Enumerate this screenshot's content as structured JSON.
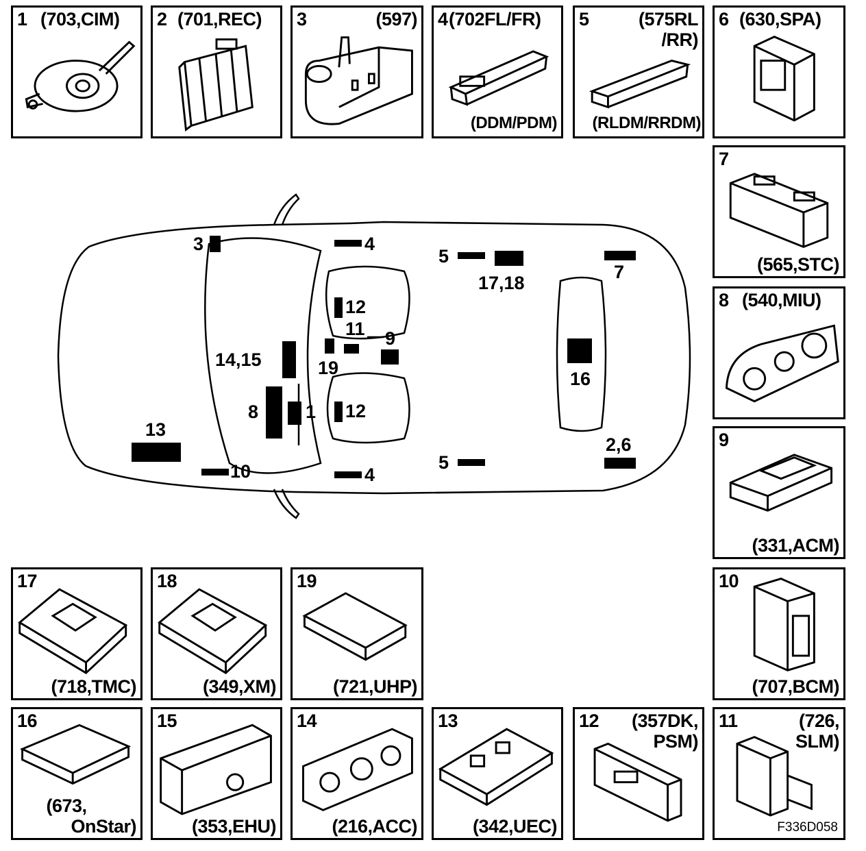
{
  "figure_ref": "F336D058",
  "panels": [
    {
      "num": "1",
      "code": "(703,CIM)"
    },
    {
      "num": "2",
      "code": "(701,REC)"
    },
    {
      "num": "3",
      "code": "(597)"
    },
    {
      "num": "4",
      "code": "(702FL/FR)",
      "sub": "(DDM/PDM)"
    },
    {
      "num": "5",
      "code": "(575RL /RR)",
      "code_l1": "(575RL",
      "code_l2": "/RR)",
      "sub": "(RLDM/RRDM)"
    },
    {
      "num": "6",
      "code": "(630,SPA)"
    },
    {
      "num": "7",
      "code": "(565,STC)"
    },
    {
      "num": "8",
      "code": "(540,MIU)"
    },
    {
      "num": "9",
      "code": "(331,ACM)"
    },
    {
      "num": "10",
      "code": "(707,BCM)"
    },
    {
      "num": "11",
      "code_l1": "(726,",
      "code_l2": "SLM)"
    },
    {
      "num": "12",
      "code_l1": "(357DK,",
      "code_l2": "PSM)"
    },
    {
      "num": "13",
      "code": "(342,UEC)"
    },
    {
      "num": "14",
      "code": "(216,ACC)"
    },
    {
      "num": "15",
      "code": "(353,EHU)"
    },
    {
      "num": "16",
      "code_l1": "(673,",
      "code_l2": "OnStar)"
    },
    {
      "num": "17",
      "code": "(718,TMC)"
    },
    {
      "num": "18",
      "code": "(349,XM)"
    },
    {
      "num": "19",
      "code": "(721,UHP)"
    }
  ],
  "car_labels": {
    "l3": "3",
    "l4a": "4",
    "l4b": "4",
    "l5a": "5",
    "l5b": "5",
    "l7": "7",
    "l1718": "17,18",
    "l12a": "12",
    "l12b": "12",
    "l11": "11",
    "l9": "9",
    "l1415": "14,15",
    "l19": "19",
    "l8": "8",
    "l1": "1",
    "l16": "16",
    "l13": "13",
    "l26": "2,6",
    "l10": "10"
  }
}
